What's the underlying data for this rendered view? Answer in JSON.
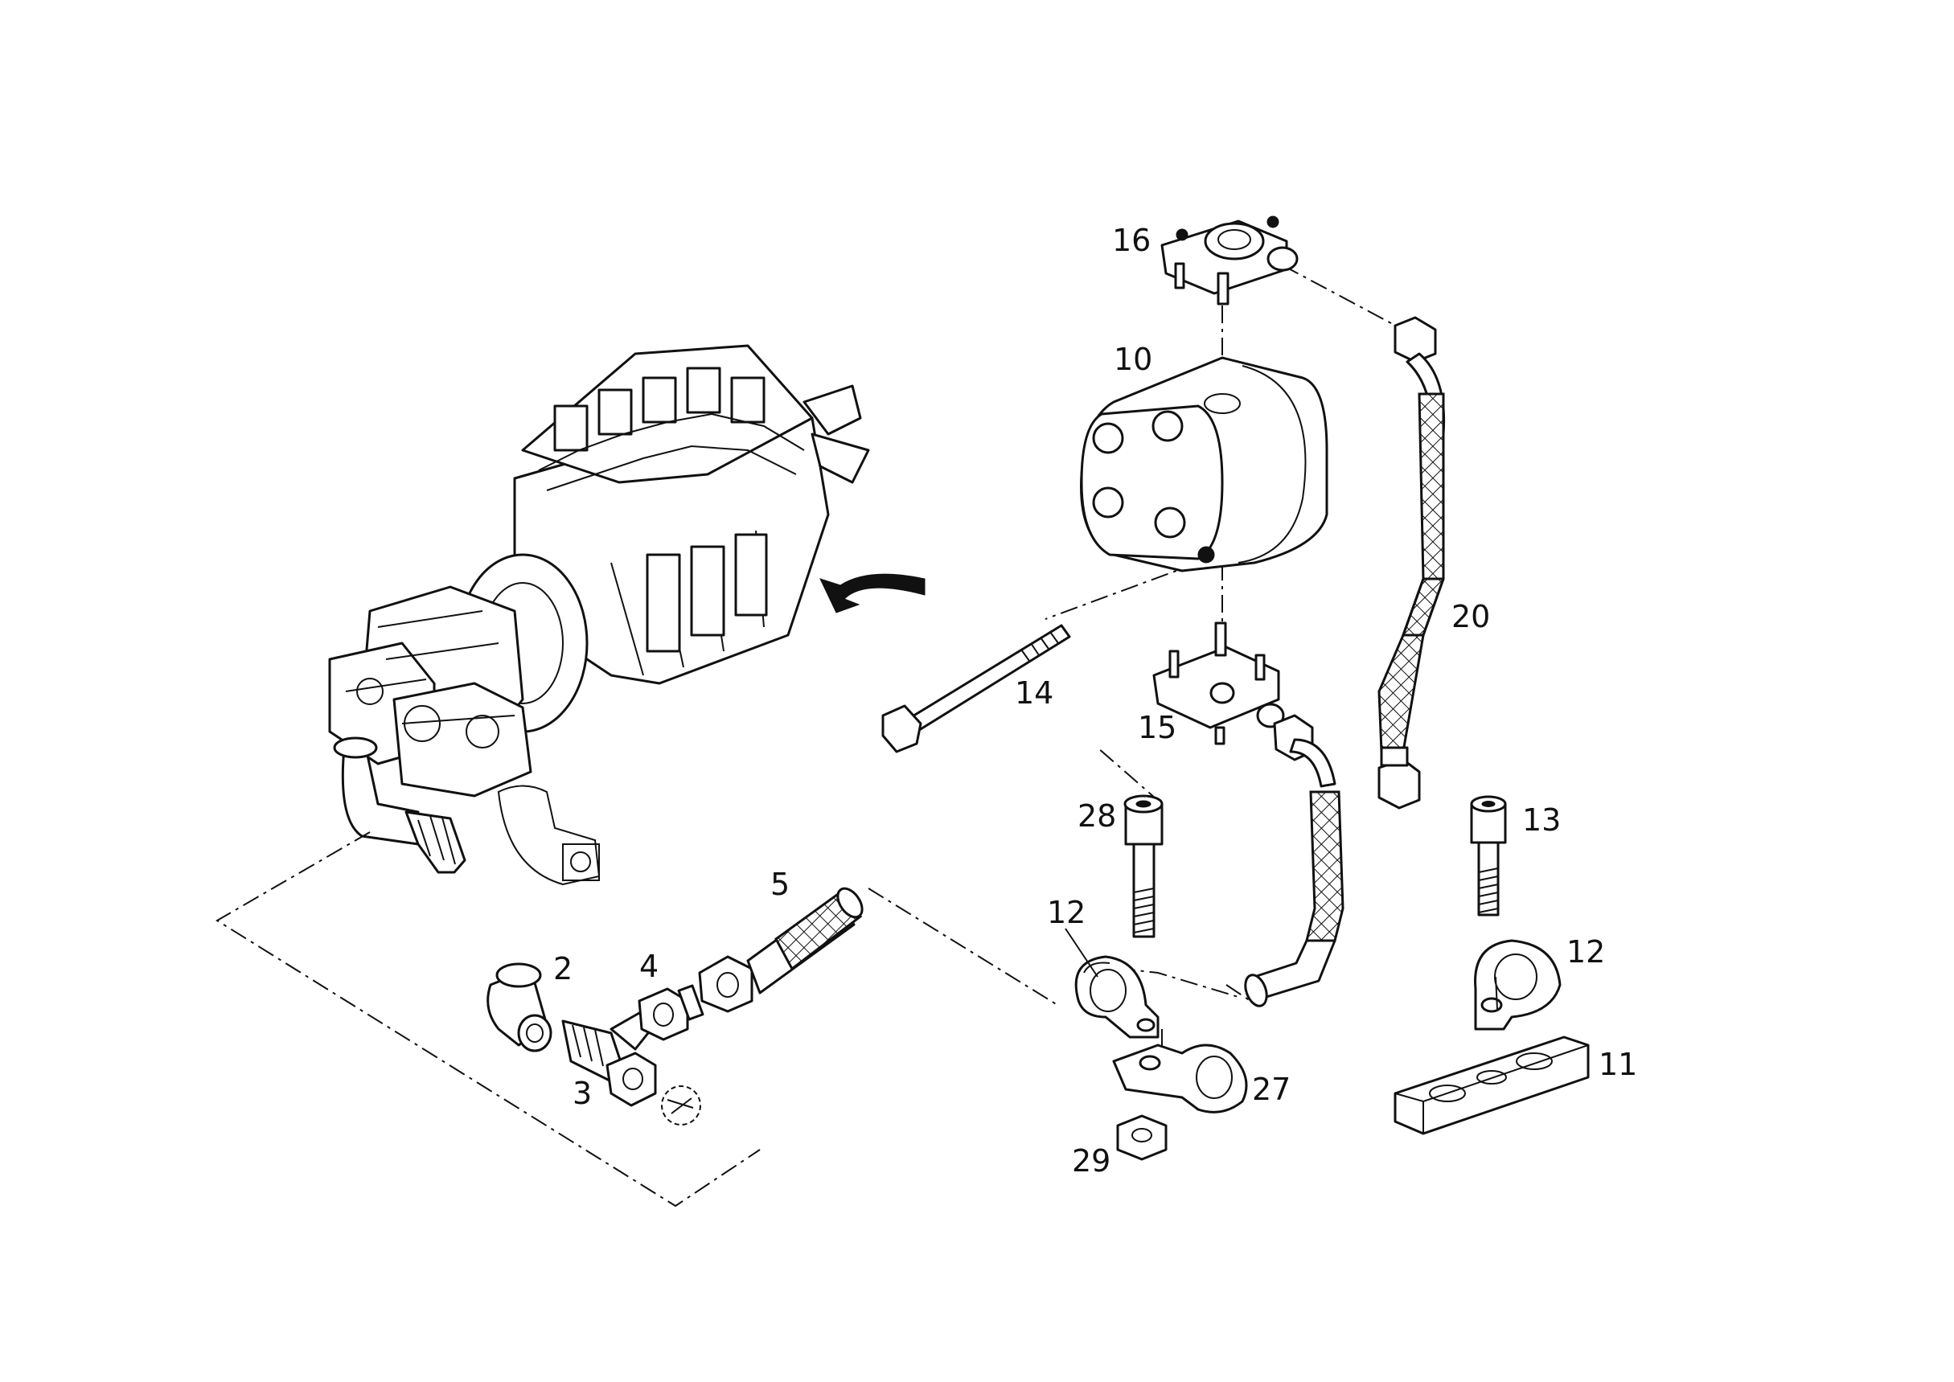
{
  "labels": {
    "p2": "2",
    "p3": "3",
    "p4": "4",
    "p5": "5",
    "p10": "10",
    "p11": "11",
    "p12a": "12",
    "p12b": "12",
    "p13": "13",
    "p14": "14",
    "p15": "15",
    "p16": "16",
    "p20": "20",
    "p27": "27",
    "p28": "28",
    "p29": "29"
  },
  "colors": {
    "ink": "#111111",
    "paper": "#ffffff"
  }
}
